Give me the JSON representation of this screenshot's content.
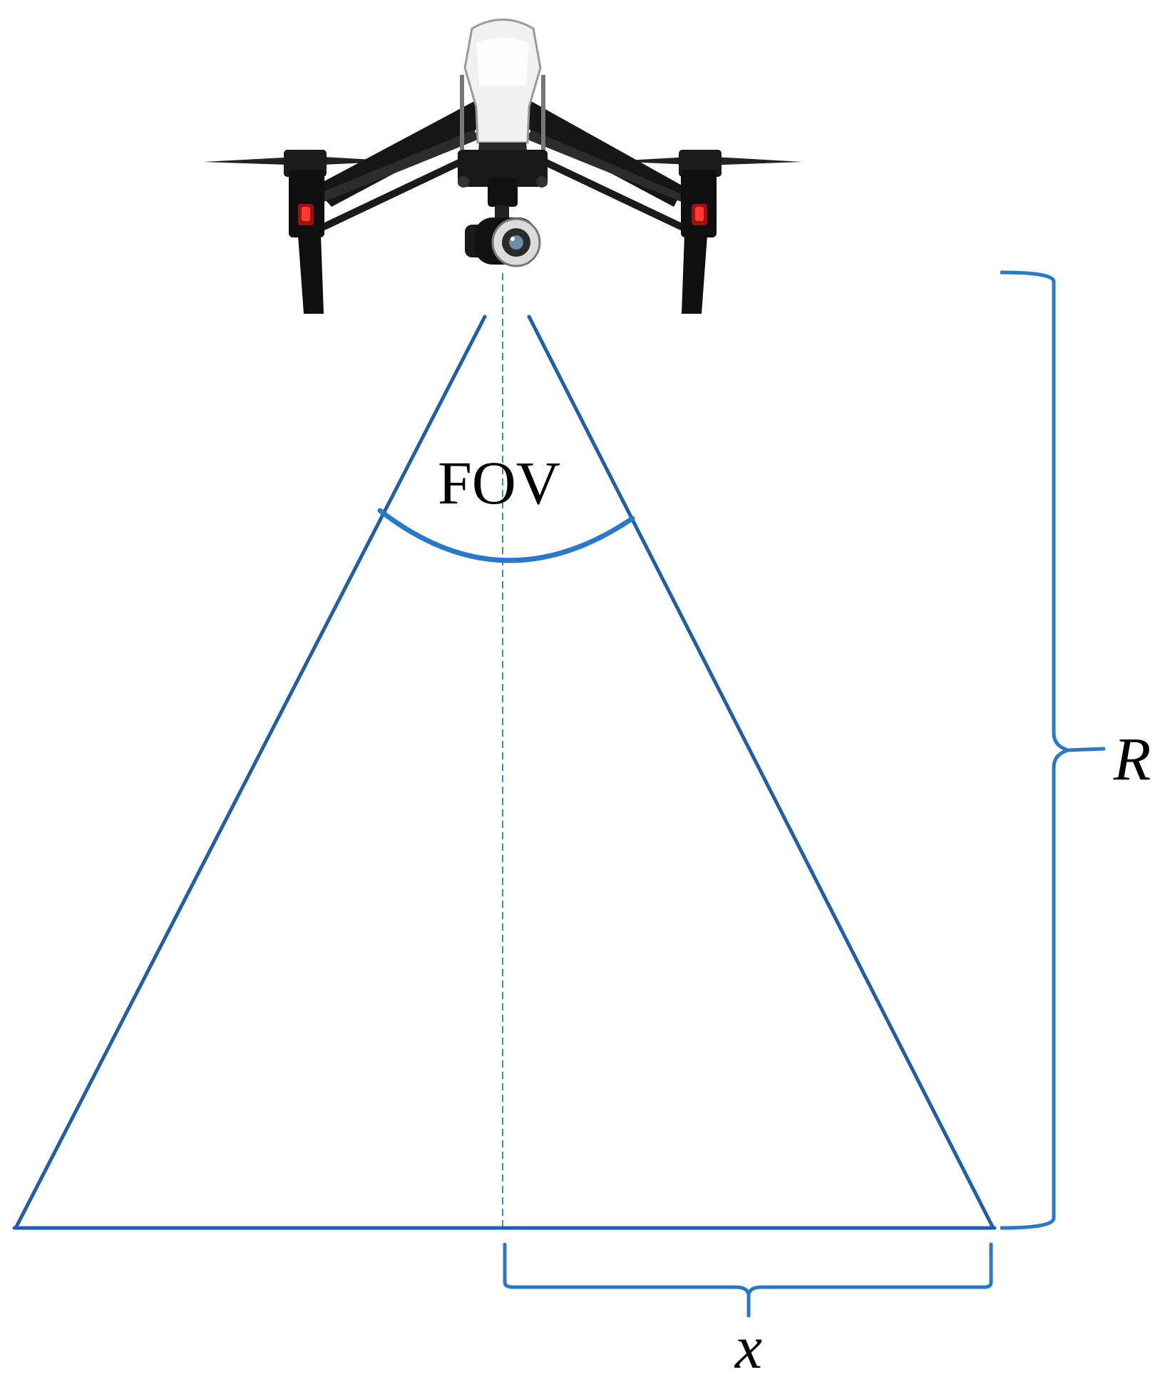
{
  "diagram": {
    "fov_label": "FOV",
    "height_label": "R",
    "half_width_label": "x"
  },
  "colors": {
    "triangle": "#1f5fa8",
    "angle_arc": "#2a78c8",
    "braces": "#2a78c8",
    "centerline": "#3a8ad8",
    "drone_body": "#f1f1f1",
    "drone_arms": "#1a1a1a",
    "motor_light": "#e0201e"
  },
  "icons": {
    "drone": "quadcopter-drone-with-gimbal-camera"
  }
}
